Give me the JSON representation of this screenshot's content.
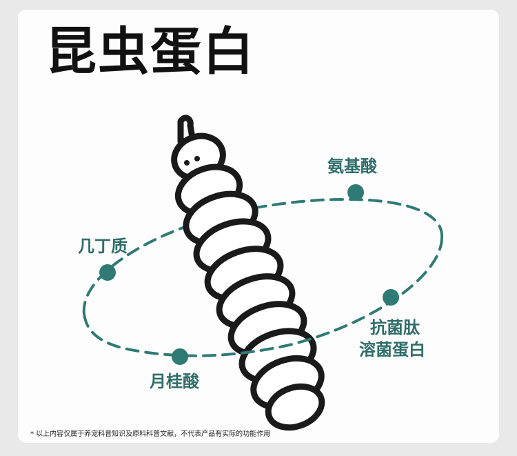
{
  "title": "昆虫蛋白",
  "labels": {
    "amino_acid": "氨基酸",
    "chitin": "几丁质",
    "antimicrobial_line1": "抗菌肽",
    "antimicrobial_line2": "溶菌蛋白",
    "lauric_acid": "月桂酸"
  },
  "footnote": "* 以上内容仅属于养宠科普知识及原料科普文献，不代表产品有实际的功能作用",
  "colors": {
    "accent": "#2f7a75",
    "label": "#2f6e6a",
    "title": "#111111",
    "card": "#fdfdfd",
    "page": "#e9e9e9"
  },
  "icons": [
    "insect-larva-icon"
  ]
}
